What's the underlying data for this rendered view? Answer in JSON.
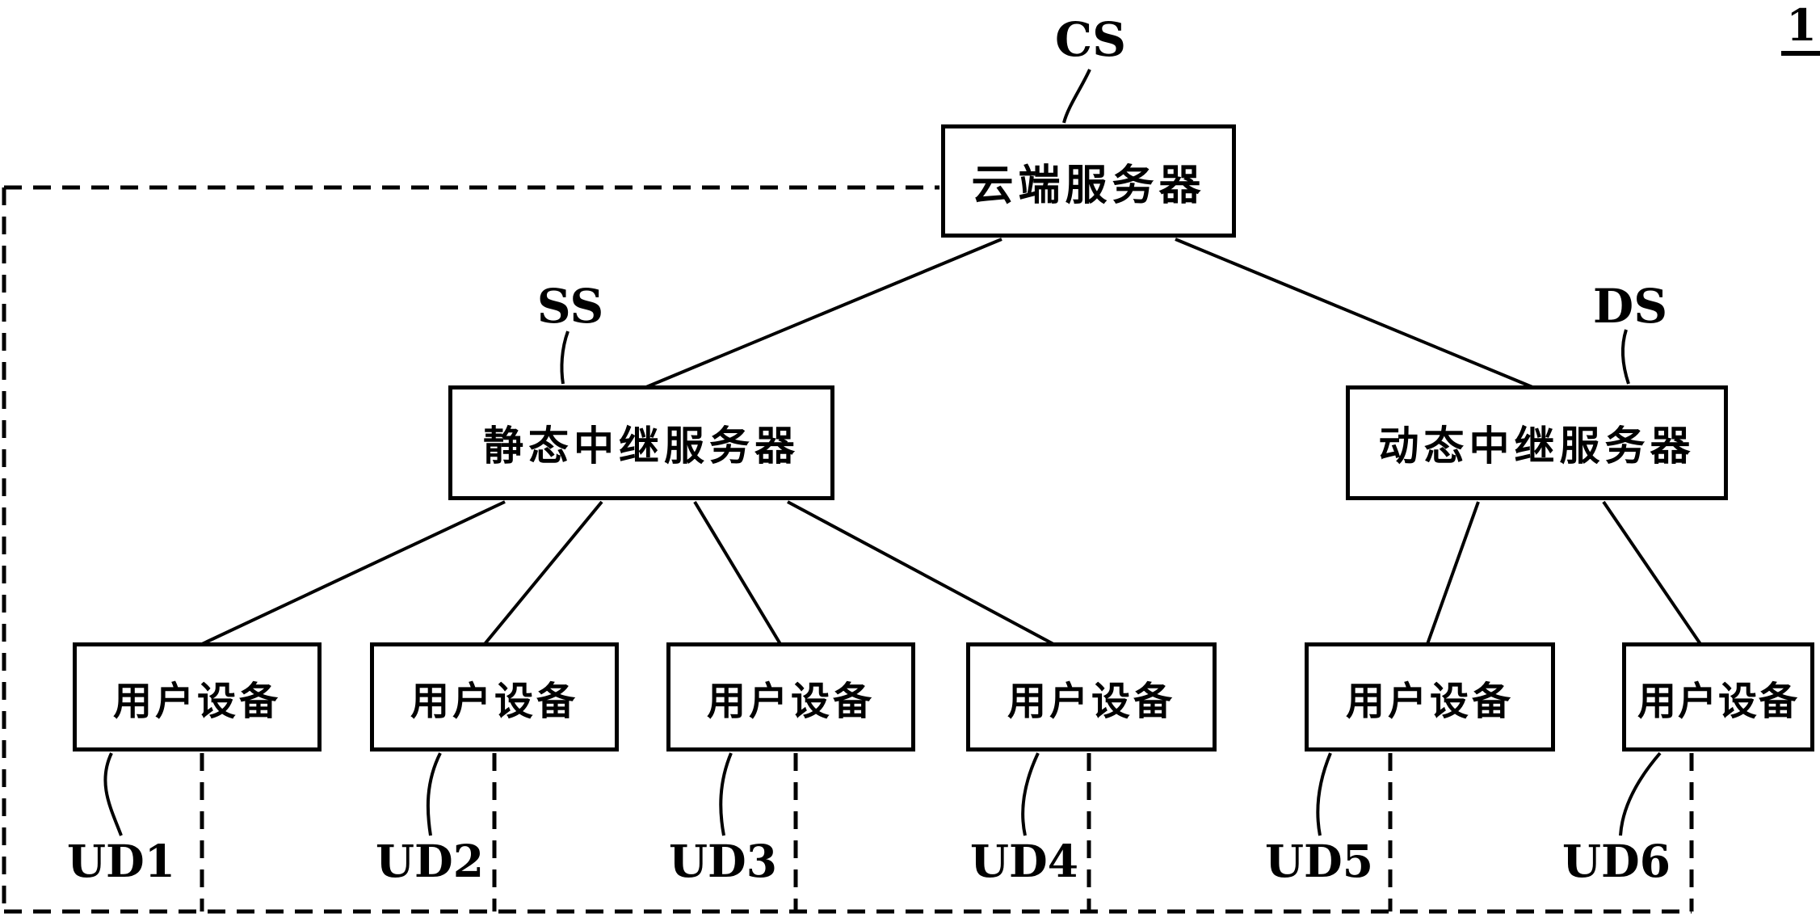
{
  "figure": {
    "number": "1",
    "ink_color": "#000000",
    "background_color": "#ffffff"
  },
  "nodes": {
    "cloud_server": {
      "ref": "CS",
      "label": "云端服务器"
    },
    "static_relay_server": {
      "ref": "SS",
      "label": "静态中继服务器"
    },
    "dynamic_relay_server": {
      "ref": "DS",
      "label": "动态中继服务器"
    },
    "user_devices": [
      {
        "ref": "UD1",
        "label": "用户设备"
      },
      {
        "ref": "UD2",
        "label": "用户设备"
      },
      {
        "ref": "UD3",
        "label": "用户设备"
      },
      {
        "ref": "UD4",
        "label": "用户设备"
      },
      {
        "ref": "UD5",
        "label": "用户设备"
      },
      {
        "ref": "UD6",
        "label": "用户设备"
      }
    ]
  }
}
